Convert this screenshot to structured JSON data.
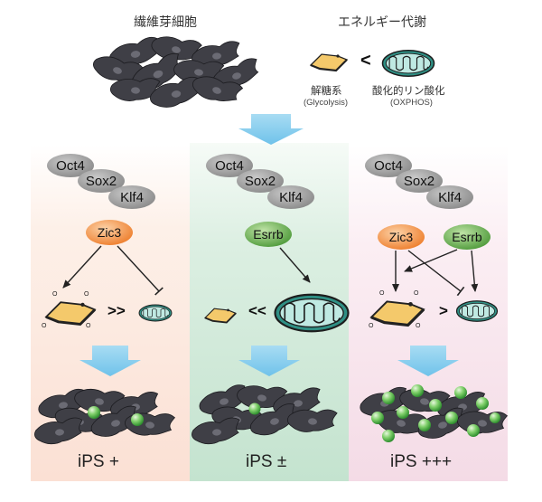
{
  "header": {
    "fibroblast_label": "繊維芽細胞",
    "energy_label": "エネルギー代謝",
    "less_than": "<",
    "glycolysis_jp": "解糖系",
    "glycolysis_en": "(Glycolysis)",
    "oxphos_jp": "酸化的リン酸化",
    "oxphos_en": "(OXPHOS)"
  },
  "factors": {
    "oct4": "Oct4",
    "sox2": "Sox2",
    "klf4": "Klf4"
  },
  "panels": [
    {
      "factor": "Zic3",
      "comparison": ">>",
      "result": "iPS +"
    },
    {
      "factor": "Esrrb",
      "comparison": "<<",
      "result": "iPS ±"
    },
    {
      "factor_a": "Zic3",
      "factor_b": "Esrrb",
      "comparison": ">",
      "result": "iPS +++"
    }
  ],
  "colors": {
    "panel1_bg": "#fbe6dc",
    "panel2_bg": "#cfe8d8",
    "panel3_bg": "#f7e0ea",
    "arrow_blue": "#8fd0ee",
    "zic3_orange": "#f08c3c",
    "esrrb_green": "#5fa548",
    "gray_factor": "#9a9a9a",
    "cell_dark": "#3e3e44",
    "ips_green": "#3fae3f",
    "sugar_yellow": "#f3c86a",
    "mito_teal": "#2f8f84"
  }
}
